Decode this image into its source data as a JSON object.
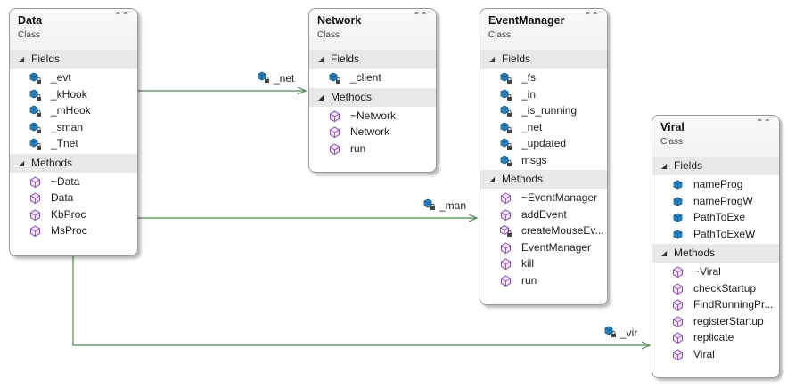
{
  "classes": {
    "data": {
      "name": "Data",
      "stereotype": "Class",
      "fields_label": "Fields",
      "fields": [
        "_evt",
        "_kHook",
        "_mHook",
        "_sman",
        "_Tnet"
      ],
      "methods_label": "Methods",
      "methods": [
        "~Data",
        "Data",
        "KbProc",
        "MsProc"
      ]
    },
    "network": {
      "name": "Network",
      "stereotype": "Class",
      "fields_label": "Fields",
      "fields": [
        "_client"
      ],
      "methods_label": "Methods",
      "methods": [
        "~Network",
        "Network",
        "run"
      ]
    },
    "eventmanager": {
      "name": "EventManager",
      "stereotype": "Class",
      "fields_label": "Fields",
      "fields": [
        "_fs",
        "_in",
        "_is_running",
        "_net",
        "_updated",
        "msgs"
      ],
      "methods_label": "Methods",
      "methods": [
        "~EventManager",
        "addEvent",
        "createMouseEv...",
        "EventManager",
        "kill",
        "run"
      ]
    },
    "viral": {
      "name": "Viral",
      "stereotype": "Class",
      "fields_label": "Fields",
      "fields": [
        "nameProg",
        "nameProgW",
        "PathToExe",
        "PathToExeW"
      ],
      "methods_label": "Methods",
      "methods": [
        "~Viral",
        "checkStartup",
        "FindRunningPr...",
        "registerStartup",
        "replicate",
        "Viral"
      ]
    }
  },
  "associations": {
    "net": "_net",
    "man": "_man",
    "vir": "_vir"
  },
  "colors": {
    "connector": "#4e8a4e",
    "field_icon": "#1b6fa8",
    "method_icon": "#8a4ab0",
    "section_bg": "#e8e8e8"
  }
}
